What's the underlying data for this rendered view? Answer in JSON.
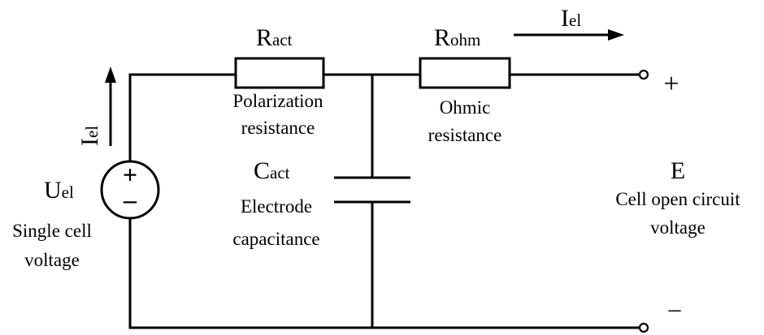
{
  "labels": {
    "r_act_main": "R",
    "r_act_sub": "act",
    "r_ohm_main": "R",
    "r_ohm_sub": "ohm",
    "i_top_main": "I",
    "i_top_sub": "el",
    "i_left_main": "I",
    "i_left_sub": "el",
    "u_main": "U",
    "u_sub": "el",
    "c_main": "C",
    "c_sub": "act",
    "e_label": "E",
    "plus_terminal": "+",
    "minus_terminal": "–",
    "source_plus": "+",
    "source_minus": "–"
  },
  "captions": {
    "polarization_line1": "Polarization",
    "polarization_line2": "resistance",
    "ohmic_line1": "Ohmic",
    "ohmic_line2": "resistance",
    "electrode_line1": "Electrode",
    "electrode_line2": "capacitance",
    "cell_open_line1": "Cell open circuit",
    "cell_open_line2": "voltage",
    "single_cell_line1": "Single cell",
    "single_cell_line2": "voltage"
  }
}
